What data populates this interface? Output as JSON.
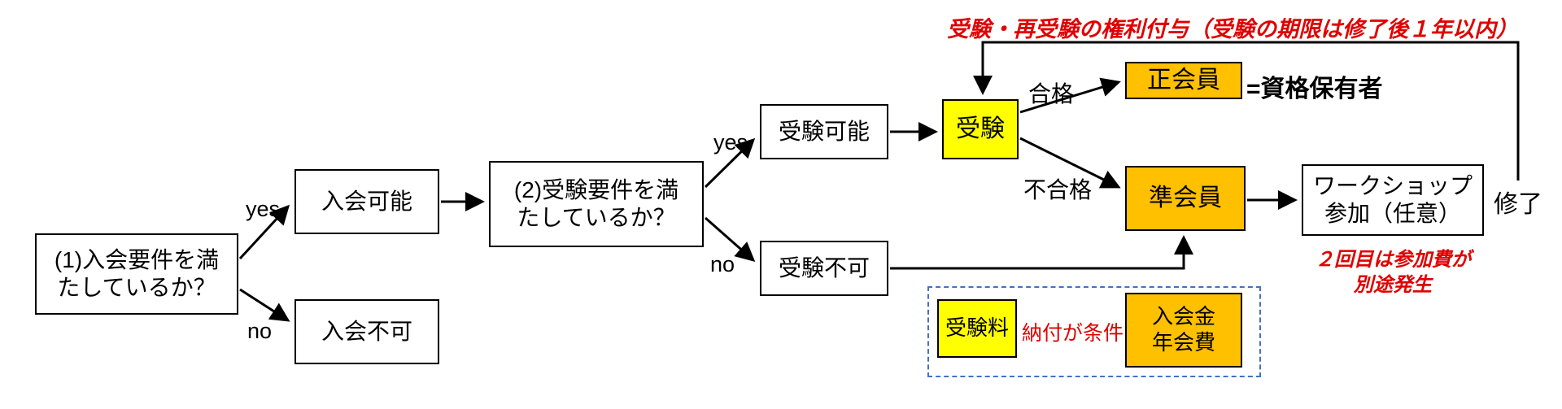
{
  "colors": {
    "highlight_yellow": "#FFFF00",
    "highlight_orange": "#FFC000",
    "note_red": "#E00000",
    "legend_border_blue": "#4472C4",
    "line_black": "#000000"
  },
  "top_note": "受験・再受験の権利付与（受験の期限は修了後１年以内）",
  "flow": {
    "q1": {
      "line1": "(1)入会要件を満",
      "line2": "たしているか？"
    },
    "labels": {
      "q1_yes": "yes",
      "q1_no": "no",
      "q2_yes": "yes",
      "q2_no": "no",
      "pass": "合格",
      "fail": "不合格"
    },
    "join_ok": "入会可能",
    "join_ng": "入会不可",
    "q2": {
      "line1": "(2)受験要件を満",
      "line2": "たしているか？"
    },
    "exam_ok": "受験可能",
    "exam_ng": "受験不可",
    "exam": "受験",
    "full_member": "正会員",
    "full_member_eq": "=資格保有者",
    "assoc_member": "準会員",
    "workshop": {
      "line1": "ワークショップ",
      "line2": "参加（任意）"
    },
    "completion": "修了",
    "workshop_note": {
      "line1": "２回目は参加費が",
      "line2": "別途発生"
    }
  },
  "legend": {
    "exam_fee": "受験料",
    "payment_note": "納付が条件",
    "membership_fee": {
      "line1": "入会金",
      "line2": "年会費"
    }
  }
}
